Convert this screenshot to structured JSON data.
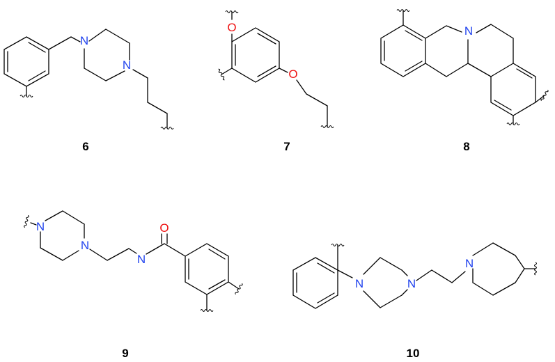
{
  "colors": {
    "carbon": "#000000",
    "nitrogen": "#2244ee",
    "oxygen": "#ee1111"
  },
  "compounds": [
    {
      "label": "6",
      "atoms": [
        "N",
        "N"
      ]
    },
    {
      "label": "7",
      "atoms": [
        "O",
        "O"
      ]
    },
    {
      "label": "8",
      "atoms": [
        "N"
      ]
    },
    {
      "label": "9",
      "atoms": [
        "N",
        "N",
        "N",
        "O"
      ]
    },
    {
      "label": "10",
      "atoms": [
        "N",
        "N",
        "N"
      ]
    }
  ]
}
